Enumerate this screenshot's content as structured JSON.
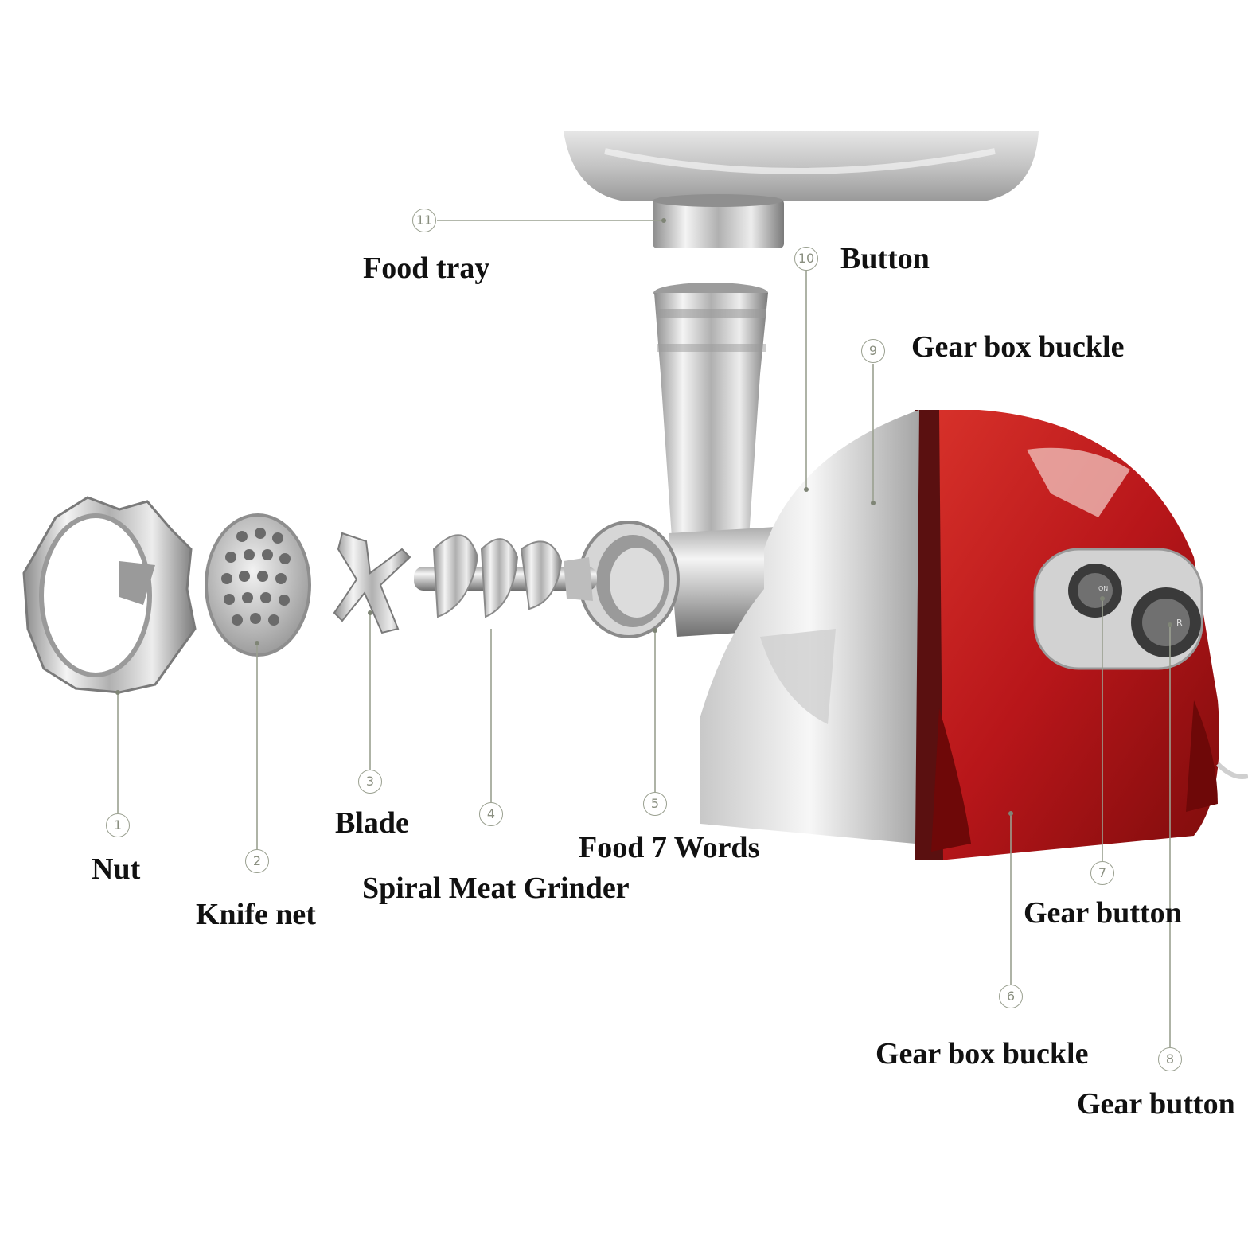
{
  "colors": {
    "leader": "#9aa090",
    "steel_light": "#f2f2f2",
    "steel_mid": "#c9c9c9",
    "steel_dark": "#8c8c8c",
    "body_red": "#c01a1a",
    "body_red_dark": "#7e0c0c"
  },
  "parts": [
    {
      "number": "1",
      "label": "Nut"
    },
    {
      "number": "2",
      "label": "Knife net"
    },
    {
      "number": "3",
      "label": "Blade"
    },
    {
      "number": "4",
      "label": "Spiral Meat Grinder"
    },
    {
      "number": "5",
      "label": "Food 7 Words"
    },
    {
      "number": "6",
      "label": "Gear box buckle"
    },
    {
      "number": "7",
      "label": "Gear button"
    },
    {
      "number": "8",
      "label": "Gear button"
    },
    {
      "number": "9",
      "label": "Gear box buckle"
    },
    {
      "number": "10",
      "label": "Button"
    },
    {
      "number": "11",
      "label": "Food tray"
    }
  ],
  "control_panel": {
    "switch_1_text": "ON",
    "switch_2_text": "R"
  }
}
